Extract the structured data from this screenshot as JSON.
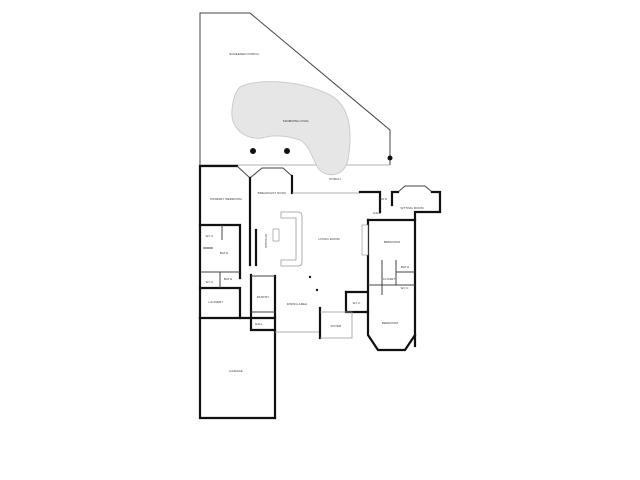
{
  "floorplan": {
    "rooms": {
      "screened_porch": "SCREENED PORCH",
      "swimming_pool": "SWIMMING POOL",
      "porch": "PORCH",
      "primary_bedroom": "PRIMARY BEDROOM",
      "breakfast_nook": "BREAKFAST NOOK",
      "kitchen": "KITCHEN",
      "living_room": "LIVING ROOM",
      "bath_primary": "BATH",
      "wic_primary_1": "W.I.C.",
      "wic_primary_2": "W.I.C.",
      "bath_half": "BATH",
      "laundry": "LAUNDRY",
      "pantry": "PANTRY",
      "hall_garage": "HALL",
      "dining_area": "DINING AREA",
      "foyer": "FOYER",
      "garage": "GARAGE",
      "bath_sitting": "BATH",
      "hall_sitting": "HALL",
      "sitting_room": "SITTING ROOM",
      "bedroom_1": "BEDROOM",
      "closet_bed1": "CLOSET",
      "bath_bed": "BATH",
      "wic_bed": "W.I.C.",
      "wic_bed2": "W.I.C.",
      "bedroom_2": "BEDROOM"
    },
    "colors": {
      "wall": "#111111",
      "pool": "#e6e6e6",
      "pool_edge": "#cccccc"
    }
  }
}
